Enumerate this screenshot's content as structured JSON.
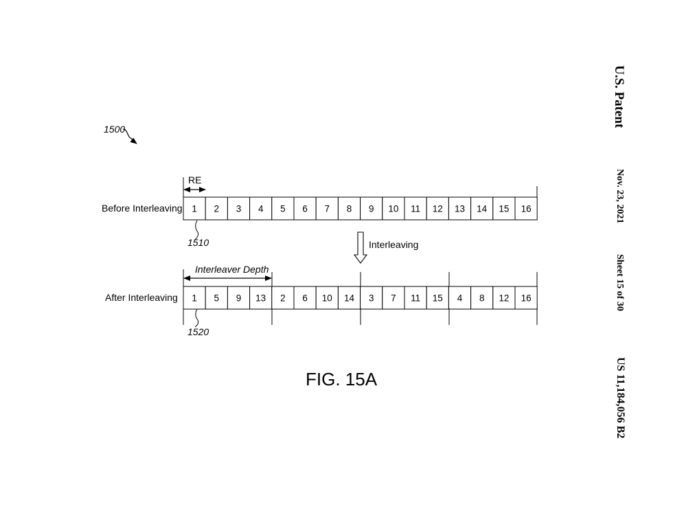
{
  "header": {
    "office": "U.S. Patent",
    "date": "Nov. 23, 2021",
    "sheet": "Sheet 15 of 30",
    "patent_number": "US 11,184,056 B2"
  },
  "figure": {
    "ref_main": "1500",
    "re_label": "RE",
    "before_label": "Before Interleaving",
    "after_label": "After Interleaving",
    "ref_before": "1510",
    "ref_after": "1520",
    "interleaving_label": "Interleaving",
    "depth_label": "Interleaver Depth",
    "caption": "FIG. 15A",
    "before_cells": [
      "1",
      "2",
      "3",
      "4",
      "5",
      "6",
      "7",
      "8",
      "9",
      "10",
      "11",
      "12",
      "13",
      "14",
      "15",
      "16"
    ],
    "after_cells": [
      "1",
      "5",
      "9",
      "13",
      "2",
      "6",
      "10",
      "14",
      "3",
      "7",
      "11",
      "15",
      "4",
      "8",
      "12",
      "16"
    ]
  }
}
